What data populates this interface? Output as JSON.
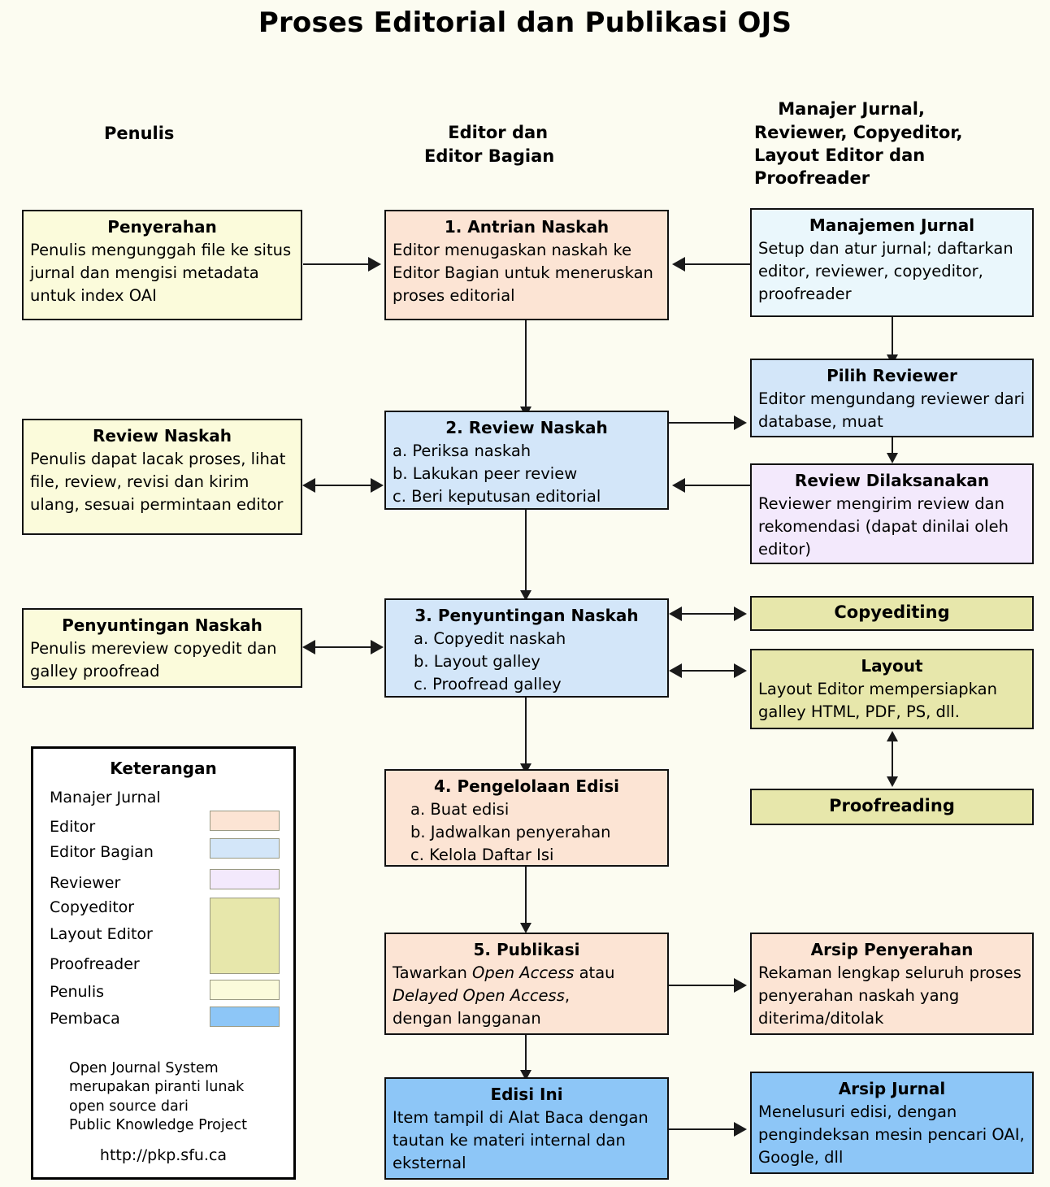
{
  "title": "Proses Editorial dan Publikasi OJS",
  "columns": [
    {
      "id": "penulis",
      "label": "Penulis"
    },
    {
      "id": "editor",
      "label": "Editor dan\nEditor Bagian"
    },
    {
      "id": "others",
      "label": "Manajer Jurnal,\nReviewer, Copyeditor,\nLayout Editor dan\nProofreader"
    }
  ],
  "boxes": {
    "penyerahan": {
      "title": "Penyerahan",
      "body": "Penulis mengunggah file ke situs jurnal dan mengisi metadata untuk index OAI",
      "role": "Penulis",
      "color": "#fbfbdb"
    },
    "antrian": {
      "title": "1. Antrian Naskah",
      "body": "Editor menugaskan naskah ke Editor Bagian untuk meneruskan proses editorial",
      "role": "Editor",
      "color": "#fce4d4"
    },
    "manajemen": {
      "title": "Manajemen Jurnal",
      "body": "Setup dan atur jurnal; daftarkan editor, reviewer, copyeditor, proofreader",
      "role": "Manajer Jurnal",
      "color": "#eaf7fc"
    },
    "review_naskah_penulis": {
      "title": "Review Naskah",
      "body": "Penulis dapat lacak proses, lihat file, review, revisi dan kirim ulang, sesuai permintaan editor",
      "role": "Penulis",
      "color": "#fbfbdb"
    },
    "review_naskah": {
      "title": "2. Review Naskah",
      "items": [
        "a. Periksa naskah",
        "b. Lakukan peer review",
        "c. Beri keputusan editorial"
      ],
      "role": "Editor Bagian",
      "color": "#d3e6f9"
    },
    "pilih_reviewer": {
      "title": "Pilih Reviewer",
      "body": "Editor mengundang reviewer dari database, muat",
      "role": "Editor Bagian",
      "color": "#d3e6f9"
    },
    "review_dilaksanakan": {
      "title": "Review Dilaksanakan",
      "body": "Reviewer mengirim review dan rekomendasi (dapat dinilai oleh editor)",
      "role": "Reviewer",
      "color": "#f3e9fc"
    },
    "penyuntingan_penulis": {
      "title": "Penyuntingan Naskah",
      "body": "Penulis mereview copyedit dan galley proofread",
      "role": "Penulis",
      "color": "#fbfbdb"
    },
    "penyuntingan": {
      "title": "3. Penyuntingan Naskah",
      "items": [
        "a. Copyedit naskah",
        "b. Layout galley",
        "c. Proofread galley"
      ],
      "role": "Editor Bagian",
      "color": "#d3e6f9"
    },
    "copyediting": {
      "title": "Copyediting",
      "role": "Copyeditor",
      "color": "#e7e7ab"
    },
    "layout": {
      "title": "Layout",
      "body": "Layout Editor mempersiapkan galley HTML, PDF, PS, dll.",
      "role": "Layout Editor",
      "color": "#e7e7ab"
    },
    "proofreading": {
      "title": "Proofreading",
      "role": "Proofreader",
      "color": "#e7e7ab"
    },
    "pengelolaan": {
      "title": "4. Pengelolaan Edisi",
      "items": [
        "a. Buat edisi",
        "b. Jadwalkan penyerahan",
        "c. Kelola Daftar Isi"
      ],
      "role": "Editor",
      "color": "#fce4d4"
    },
    "publikasi": {
      "title": "5. Publikasi",
      "body_line1_a": "Tawarkan ",
      "body_line1_i": "Open Access",
      "body_line1_b": " atau",
      "body_line2_i": "Delayed Open Access",
      "body_line2_b": ",",
      "body_line3": "dengan langganan",
      "role": "Editor",
      "color": "#fce4d4"
    },
    "arsip_penyerahan": {
      "title": "Arsip Penyerahan",
      "body": "Rekaman lengkap seluruh proses penyerahan naskah yang diterima/ditolak",
      "role": "Editor",
      "color": "#fce4d4"
    },
    "edisi_ini": {
      "title": "Edisi Ini",
      "body": "Item tampil di Alat Baca dengan tautan ke materi internal dan eksternal",
      "role": "Pembaca",
      "color": "#8dc6f7"
    },
    "arsip_jurnal": {
      "title": "Arsip Jurnal",
      "body": "Menelusuri edisi, dengan pengindeksan mesin pencari OAI, Google, dll",
      "role": "Pembaca",
      "color": "#8dc6f7"
    }
  },
  "legend": {
    "title": "Keterangan",
    "rows": [
      {
        "label": "Manajer Jurnal",
        "color": null
      },
      {
        "label": "Editor",
        "color": "#fce4d4"
      },
      {
        "label": "Editor Bagian",
        "color": "#d3e6f9"
      },
      {
        "label": "Reviewer",
        "color": "#f3e9fc"
      },
      {
        "label": "Copyeditor",
        "color": "#e7e7ab"
      },
      {
        "label": "Layout Editor",
        "color": "#e7e7ab"
      },
      {
        "label": "Proofreader",
        "color": "#e7e7ab"
      },
      {
        "label": "Penulis",
        "color": "#fbfbdb"
      },
      {
        "label": "Pembaca",
        "color": "#8dc6f7"
      }
    ],
    "note": "Open Journal System\nmerupakan piranti lunak\nopen source dari\nPublic Knowledge Project",
    "url": "http://pkp.sfu.ca"
  }
}
